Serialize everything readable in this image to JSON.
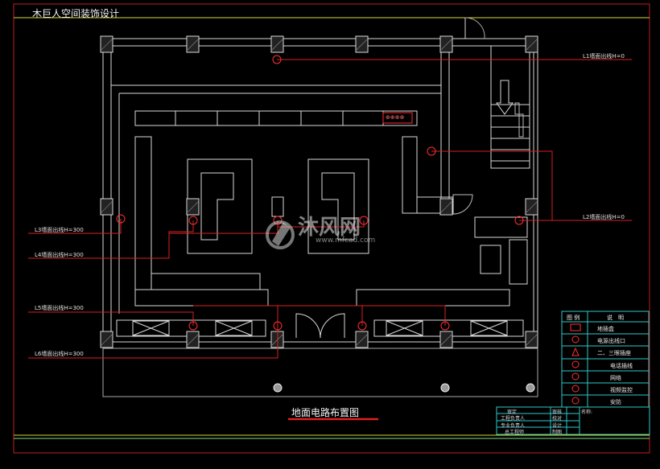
{
  "header": {
    "title": "木巨人空间装饰设计"
  },
  "drawing": {
    "caption": "地面电路布置图"
  },
  "socket_box_label": "⊕⊕⊕⊕",
  "wall_outlets": [
    {
      "id": "L1",
      "text": "L1墙面出线H=0"
    },
    {
      "id": "L2",
      "text": "L2墙面出线H=0"
    },
    {
      "id": "L3",
      "text": "L3墙面出线H=300"
    },
    {
      "id": "L4",
      "text": "L4墙面出线H=300"
    },
    {
      "id": "L5",
      "text": "L5墙面出线H=300"
    },
    {
      "id": "L6",
      "text": "L6墙面出线H=300"
    }
  ],
  "legend": {
    "col_symbol": "图 例",
    "col_desc": "说　明",
    "items": [
      {
        "icon": "floor-box-icon",
        "text": "地插盒"
      },
      {
        "icon": "power-outlet-icon",
        "text": "电源出线口"
      },
      {
        "icon": "socket-icon",
        "text": "二、三眼插座"
      },
      {
        "icon": "phone-icon",
        "text": "电话插线"
      },
      {
        "icon": "network-icon",
        "text": "网络"
      },
      {
        "icon": "video-icon",
        "text": "视频监控"
      },
      {
        "icon": "security-icon",
        "text": "安防"
      }
    ]
  },
  "title_block": {
    "rows": [
      [
        "审定",
        "审核"
      ],
      [
        "工程负责人",
        "校对"
      ],
      [
        "专业负责人",
        "设计"
      ],
      [
        "总工程师",
        "制图"
      ]
    ],
    "name_label": "名称:"
  },
  "watermark": {
    "text": "沐风网",
    "url": "www.mfcad.com"
  }
}
